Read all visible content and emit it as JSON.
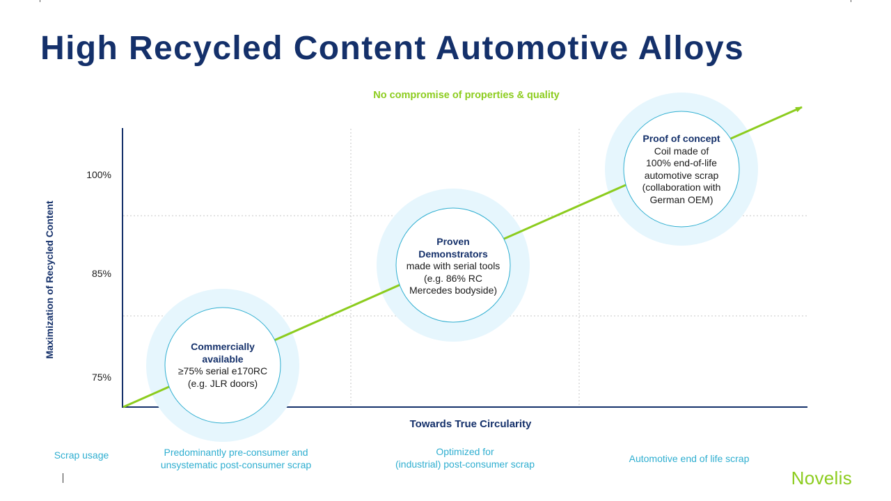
{
  "title": "High Recycled Content Automotive Alloys",
  "subtitle": "No compromise of properties & quality",
  "chart_data": {
    "type": "diagram",
    "y_axis_label": "Maximization of Recycled Content",
    "y_ticks": [
      "100%",
      "85%",
      "75%"
    ],
    "x_axis_label": "Towards True Circularity",
    "stages": [
      {
        "heading": "Commercially available",
        "lines": [
          "≥75% serial e170RC",
          "(e.g. JLR doors)"
        ],
        "scrap_usage": [
          "Predominantly pre-consumer and",
          "unsystematic post-consumer scrap"
        ]
      },
      {
        "heading": "Proven Demonstrators",
        "lines": [
          "made with serial tools",
          "(e.g. 86% RC",
          "Mercedes bodyside)"
        ],
        "scrap_usage": [
          "Optimized for",
          "(industrial) post-consumer scrap"
        ]
      },
      {
        "heading": "Proof of concept",
        "lines": [
          "Coil made of",
          "100% end-of-life",
          "automotive scrap",
          "(collaboration with",
          "German OEM)"
        ],
        "scrap_usage": [
          "Automotive end of life scrap"
        ]
      }
    ]
  },
  "scrap_usage_label": "Scrap usage",
  "logo": "Novelis",
  "colors": {
    "title": "#14306a",
    "accent_green": "#8ccc1e",
    "bubble_halo": "#e6f6fd",
    "bubble_border": "#2eaed0",
    "scrap_text": "#2eaed0"
  }
}
